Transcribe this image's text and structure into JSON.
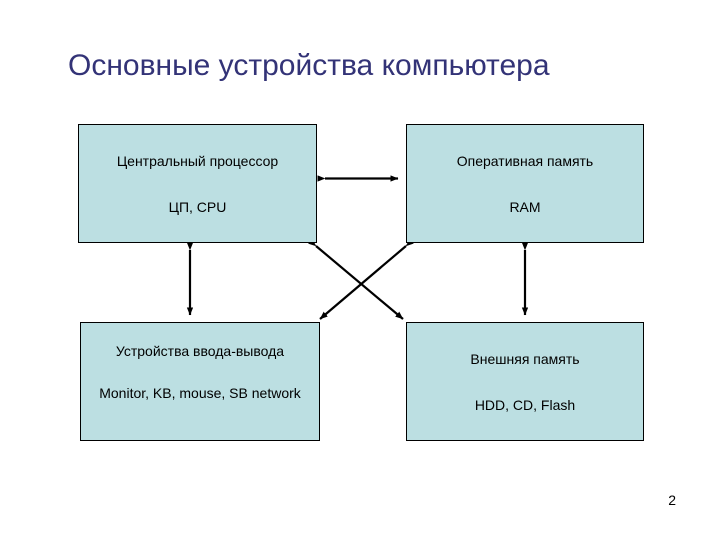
{
  "slide": {
    "title": "Основные устройства компьютера",
    "page_number": "2",
    "background_color": "#ffffff",
    "title_color": "#333377",
    "box_fill_color": "#bcdfe2",
    "box_border_color": "#000000",
    "arrow_color": "#000000"
  },
  "boxes": [
    {
      "id": "cpu",
      "line1": "Центральный процессор",
      "line2": "ЦП, CPU"
    },
    {
      "id": "ram",
      "line1": "Оперативная память",
      "line2": "RAM"
    },
    {
      "id": "io",
      "line1": "Устройства ввода-вывода",
      "line2": "Monitor, KB, mouse, SB network"
    },
    {
      "id": "ext",
      "line1": "Внешняя память",
      "line2": "HDD, CD, Flash"
    }
  ],
  "connectors": [
    {
      "id": "cpu-ram",
      "from": "cpu",
      "to": "ram",
      "style": "double-arrow",
      "orientation": "horizontal"
    },
    {
      "id": "cpu-io",
      "from": "cpu",
      "to": "io",
      "style": "double-arrow",
      "orientation": "vertical"
    },
    {
      "id": "ram-ext",
      "from": "ram",
      "to": "ext",
      "style": "double-arrow",
      "orientation": "vertical"
    },
    {
      "id": "cpu-ext",
      "from": "cpu",
      "to": "ext",
      "style": "double-arrow",
      "orientation": "diagonal"
    },
    {
      "id": "ram-io",
      "from": "ram",
      "to": "io",
      "style": "double-arrow",
      "orientation": "diagonal"
    }
  ]
}
